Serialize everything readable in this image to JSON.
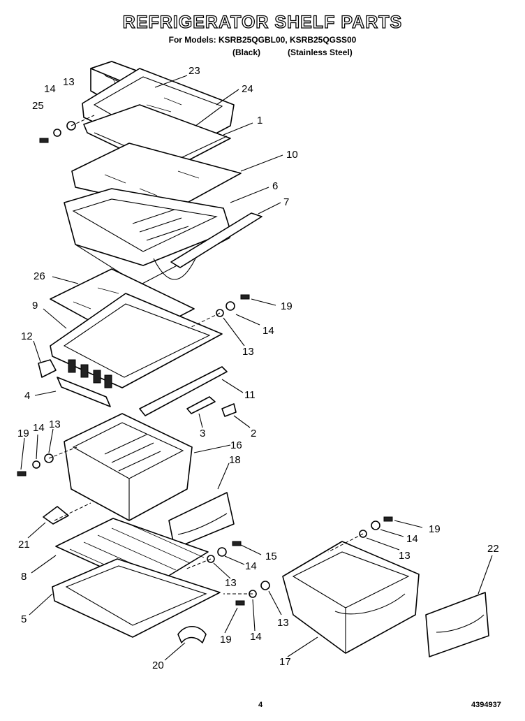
{
  "header": {
    "title": "REFRIGERATOR SHELF PARTS",
    "models_line": "For Models: KSRB25QGBL00, KSRB25QGSS00",
    "variant_black": "(Black)",
    "variant_stainless": "(Stainless Steel)"
  },
  "callouts": [
    "23",
    "24",
    "14",
    "13",
    "25",
    "1",
    "10",
    "6",
    "7",
    "26",
    "9",
    "19",
    "14",
    "13",
    "12",
    "11",
    "4",
    "3",
    "2",
    "19",
    "14",
    "13",
    "16",
    "18",
    "21",
    "8",
    "5",
    "20",
    "15",
    "14",
    "13",
    "19",
    "14",
    "13",
    "19",
    "14",
    "13",
    "22",
    "17"
  ],
  "footer": {
    "page_number": "4",
    "doc_number": "4394937"
  }
}
